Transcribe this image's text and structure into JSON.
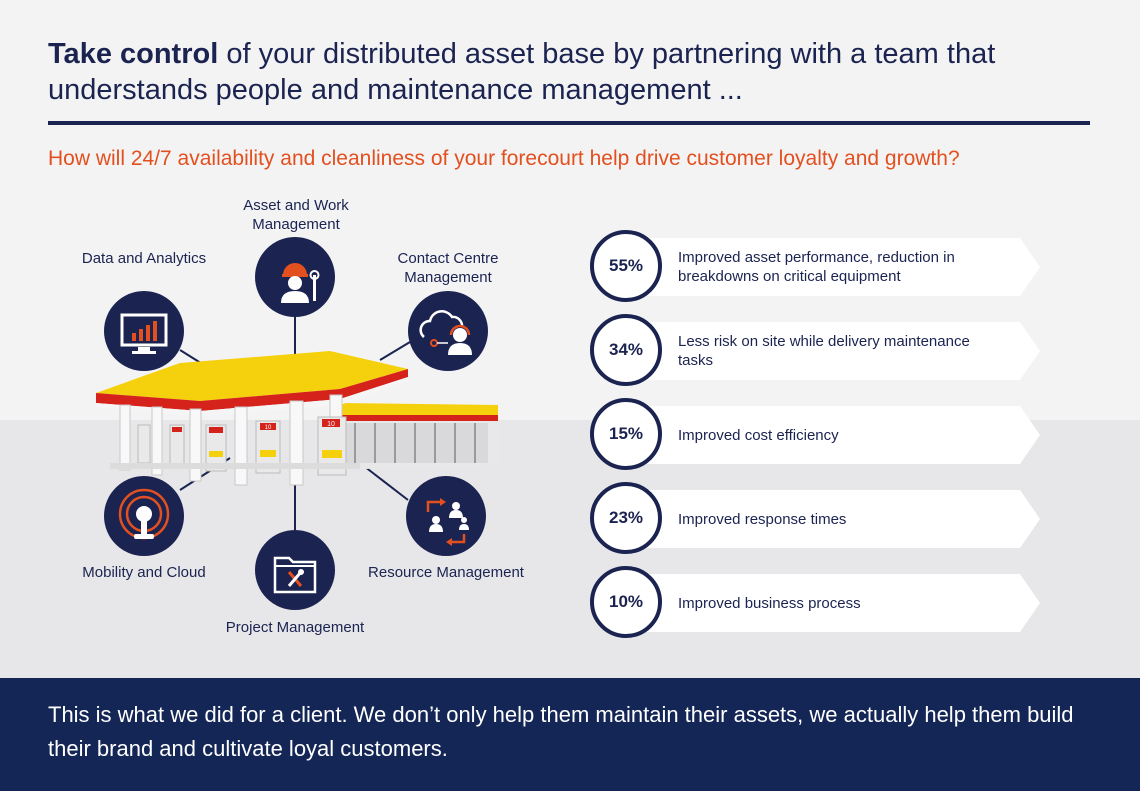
{
  "header": {
    "headline_bold": "Take control",
    "headline_rest": " of your distributed asset base by partnering with a team that understands people and maintenance management ...",
    "question": "How will 24/7 availability and cleanliness of your forecourt help drive customer loyalty and growth?"
  },
  "diagram": {
    "services": [
      {
        "label": "Asset and Work Management",
        "icon": "worker-wrench-icon"
      },
      {
        "label": "Data and Analytics",
        "icon": "monitor-chart-icon"
      },
      {
        "label": "Contact Centre Management",
        "icon": "cloud-headset-icon"
      },
      {
        "label": "Mobility and Cloud",
        "icon": "signal-tower-icon"
      },
      {
        "label": "Resource Management",
        "icon": "people-exchange-icon"
      },
      {
        "label": "Project Management",
        "icon": "folder-tools-icon"
      }
    ],
    "pump_number": "10"
  },
  "stats": [
    {
      "value": "55%",
      "text": "Improved asset performance, reduction in breakdowns on critical equipment"
    },
    {
      "value": "34%",
      "text": "Less risk on site while delivery maintenance tasks"
    },
    {
      "value": "15%",
      "text": "Improved cost efficiency"
    },
    {
      "value": "23%",
      "text": "Improved response times"
    },
    {
      "value": "10%",
      "text": "Improved business process"
    }
  ],
  "footer": {
    "text": "This is what we did for a client.  We don’t only help them maintain their assets, we actually help them build their brand and cultivate loyal customers."
  },
  "colors": {
    "navy": "#1b2350",
    "accent_orange": "#e3501f",
    "footer_bg": "#142656",
    "canopy_yellow": "#f5d00c",
    "canopy_red": "#d5231b"
  }
}
